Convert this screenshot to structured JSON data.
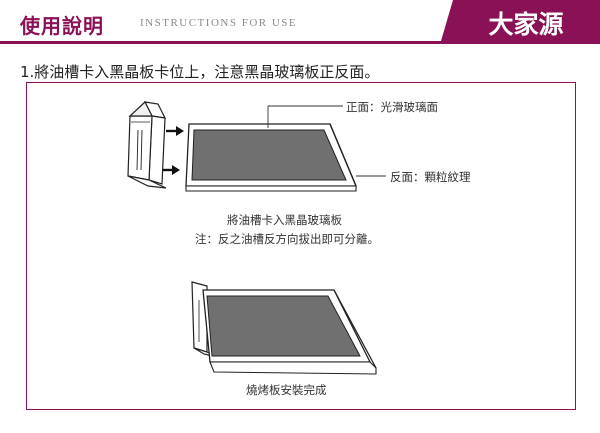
{
  "header": {
    "title": "使用說明",
    "subtitle": "INSTRUCTIONS FOR USE",
    "brand": "大家源",
    "accent_color": "#8a1155"
  },
  "step": {
    "title": "1.將油槽卡入黑晶板卡位上，注意黑晶玻璃板正反面。"
  },
  "diagram_top": {
    "callout_front": "正面：光滑玻璃面",
    "callout_back": "反面：顆粒紋理",
    "caption_line1": "將油槽卡入黑晶玻璃板",
    "caption_line2": "注：反之油槽反方向拔出即可分離。",
    "arrow_icon": "arrow-right-icon"
  },
  "diagram_bottom": {
    "caption": "燒烤板安裝完成"
  }
}
